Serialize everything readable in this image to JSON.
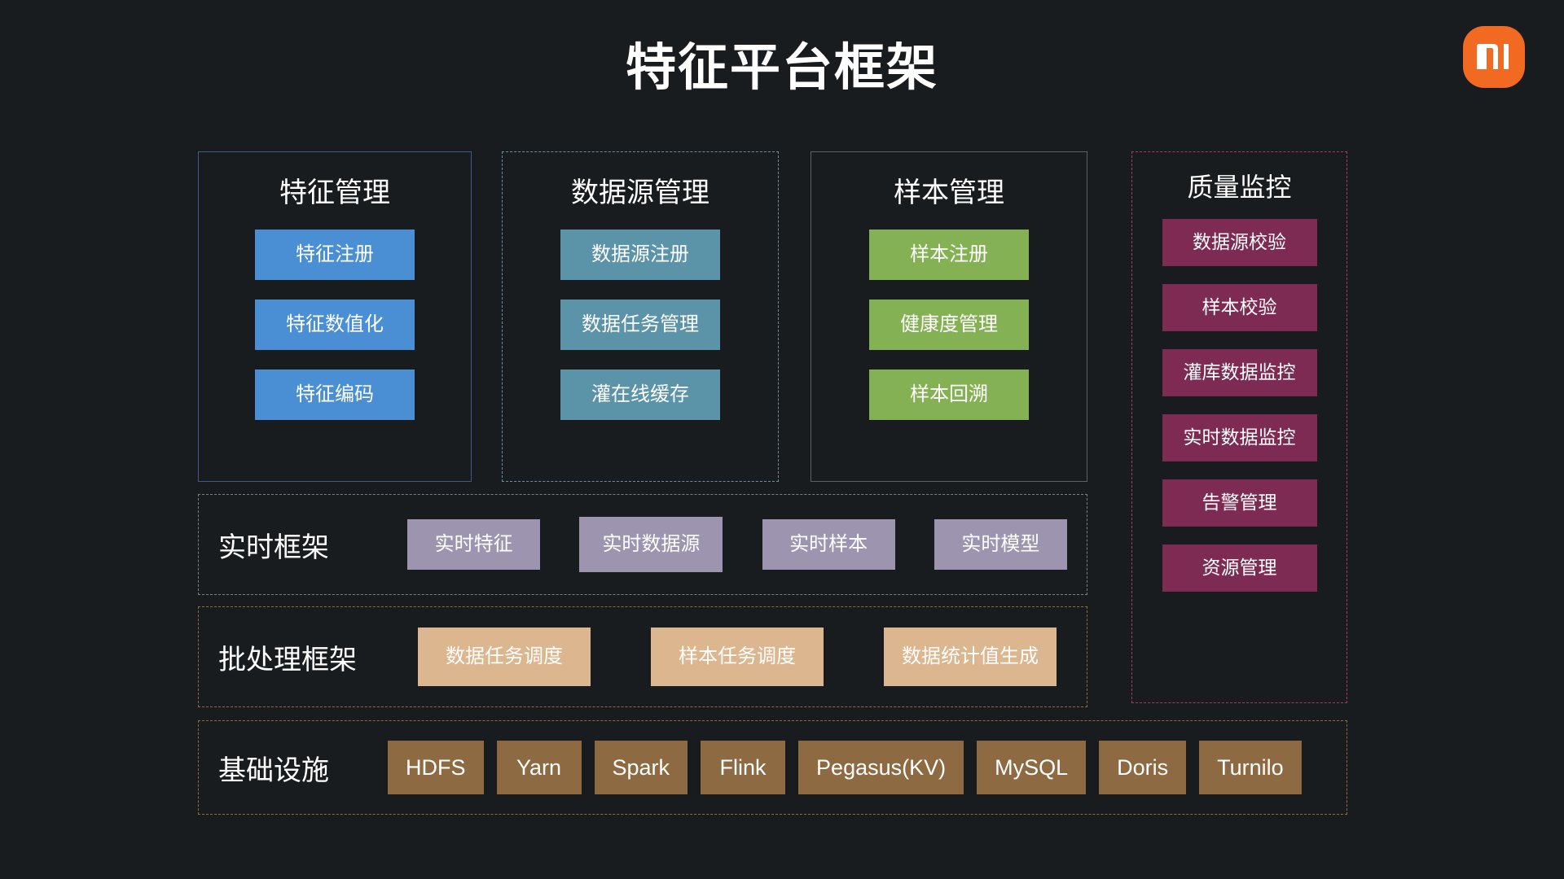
{
  "header": {
    "title": "特征平台框架",
    "logo_name": "xiaomi-mi-logo",
    "logo_color": "#f26a21"
  },
  "colors": {
    "background": "#181c1f",
    "feature_blue": "#4a8fd4",
    "source_teal": "#5b93a8",
    "sample_green": "#85b155",
    "quality_magenta": "#7d2b52",
    "realtime_purple": "#9d94b0",
    "batch_tan": "#dcb68e",
    "infra_brown": "#8d6a41"
  },
  "columns": [
    {
      "id": "feature",
      "title": "特征管理",
      "border_style": "solid",
      "border_color": "#3f5a86",
      "tiles": [
        "特征注册",
        "特征数值化",
        "特征编码"
      ]
    },
    {
      "id": "source",
      "title": "数据源管理",
      "border_style": "dashed",
      "border_color": "#6f8e9c",
      "tiles": [
        "数据源注册",
        "数据任务管理",
        "灌在线缓存"
      ]
    },
    {
      "id": "sample",
      "title": "样本管理",
      "border_style": "solid",
      "border_color": "#5c6166",
      "tiles": [
        "样本注册",
        "健康度管理",
        "样本回溯"
      ]
    },
    {
      "id": "quality",
      "title": "质量监控",
      "border_style": "dashed",
      "border_color": "#a83a62",
      "tiles": [
        "数据源校验",
        "样本校验",
        "灌库数据监控",
        "实时数据监控",
        "告警管理",
        "资源管理"
      ]
    }
  ],
  "rows": [
    {
      "id": "realtime",
      "label": "实时框架",
      "border_style": "dashed",
      "border_color": "#7a7f85",
      "tiles": [
        "实时特征",
        "实时数据源",
        "实时样本",
        "实时模型"
      ]
    },
    {
      "id": "batch",
      "label": "批处理框架",
      "border_style": "dashed",
      "border_color": "#8a6f3c",
      "tiles": [
        "数据任务调度",
        "样本任务调度",
        "数据统计值生成"
      ]
    },
    {
      "id": "infra",
      "label": "基础设施",
      "border_style": "dashed",
      "border_color": "#8a6f3c",
      "tiles": [
        "HDFS",
        "Yarn",
        "Spark",
        "Flink",
        "Pegasus(KV)",
        "MySQL",
        "Doris",
        "Turnilo"
      ]
    }
  ]
}
